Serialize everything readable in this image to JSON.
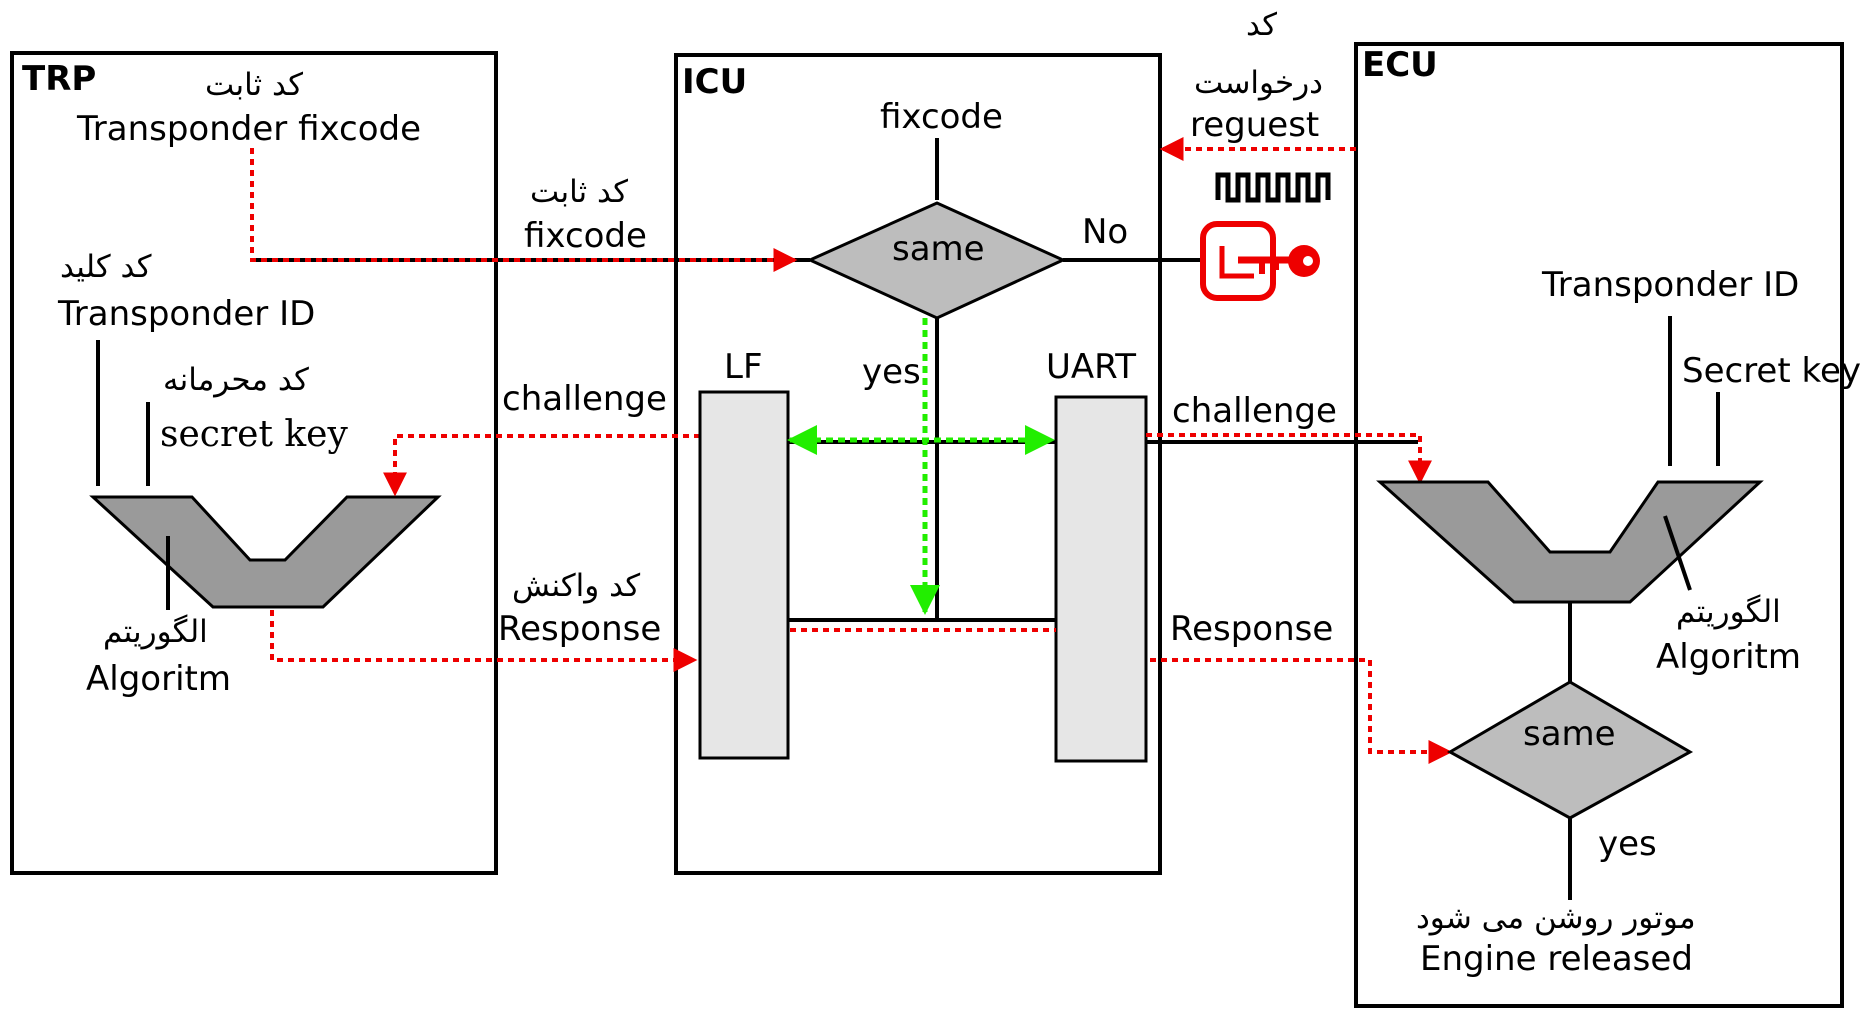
{
  "blocks": {
    "trp": "TRP",
    "icu": "ICU",
    "ecu": "ECU"
  },
  "trp": {
    "fixcode_fa": "کد ثابت",
    "fixcode": "Transponder fixcode",
    "id_fa": "کد کلید",
    "id": "Transponder ID",
    "secret_fa": "کد محرمانه",
    "secret": "secret key",
    "algo_fa": "الگوریتم",
    "algo": "Algoritm"
  },
  "links": {
    "fixcode_fa": "کد ثابت",
    "fixcode": "fixcode",
    "challenge_left": "challenge",
    "response_fa": "کد واکنش",
    "response_left": "Response",
    "challenge_right": "challenge",
    "response_right": "Response",
    "request_fa_1": "کد",
    "request_fa_2": "درخواست",
    "request": "reguest"
  },
  "icu": {
    "fixcode": "fixcode",
    "compare": "same",
    "no": "No",
    "yes": "yes",
    "lf": "LF",
    "uart": "UART"
  },
  "ecu": {
    "id": "Transponder ID",
    "secret": "Secret key",
    "algo_fa": "الگوریتم",
    "algo": "Algoritm",
    "compare": "same",
    "yes": "yes",
    "engine_fa": "موتور روشن می شود",
    "engine": "Engine released"
  },
  "colors": {
    "signal_red": "#ee0000",
    "signal_green": "#22ee00",
    "block_gray": "#bdbdbd",
    "algo_gray": "#9a9a9a",
    "port_gray": "#e6e6e6"
  },
  "icons": {
    "pulse": "pulse-train-icon",
    "immobilizer": "immobilizer-key-icon"
  }
}
